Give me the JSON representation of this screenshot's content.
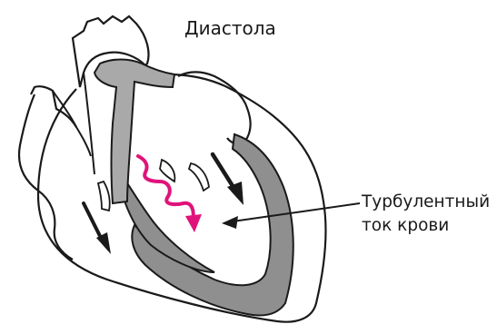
{
  "diagram": {
    "title": "Диастола",
    "callout": {
      "line1": "Турбулентный",
      "line2": "ток крови"
    },
    "colors": {
      "outline": "#1a1a1a",
      "wall": "#8f8f8f",
      "flow": "#e0127a",
      "background": "#ffffff"
    }
  }
}
